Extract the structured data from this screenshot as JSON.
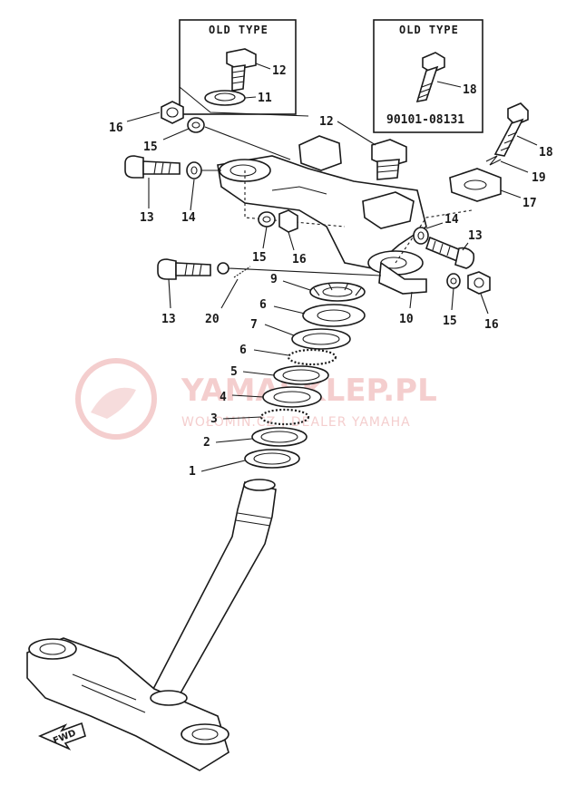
{
  "old_type_box_left": {
    "title": "OLD TYPE",
    "labels": [
      "12",
      "11"
    ]
  },
  "old_type_box_right": {
    "title": "OLD TYPE",
    "labels": [
      "18"
    ],
    "part_number": "90101-08131"
  },
  "callouts": {
    "c1": "1",
    "c2": "2",
    "c3": "3",
    "c4": "4",
    "c5": "5",
    "c6a": "6",
    "c6b": "6",
    "c7": "7",
    "c9": "9",
    "c10": "10",
    "c12": "12",
    "c13a": "13",
    "c13b": "13",
    "c13c": "13",
    "c14a": "14",
    "c14b": "14",
    "c15a": "15",
    "c15b": "15",
    "c15c": "15",
    "c16a": "16",
    "c16b": "16",
    "c16c": "16",
    "c17": "17",
    "c18": "18",
    "c19": "19",
    "c20": "20"
  },
  "fwd_marker": "FWD",
  "watermark": {
    "brand": "YAMASKLEP.PL",
    "tagline": "WOŁOMIN.CZ | DEALER YAMAHA"
  },
  "colors": {
    "ink": "#1a1a1a",
    "watermark": "#f3c9c9"
  }
}
